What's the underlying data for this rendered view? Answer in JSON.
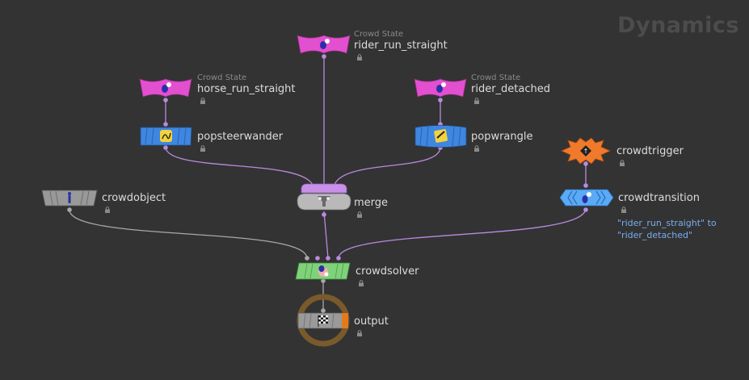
{
  "context": {
    "title": "Dynamics"
  },
  "nodes": {
    "rider_run_straight": {
      "type_label": "Crowd State",
      "name": "rider_run_straight",
      "color": "#e24fcf"
    },
    "horse_run_straight": {
      "type_label": "Crowd State",
      "name": "horse_run_straight",
      "color": "#e24fcf"
    },
    "rider_detached": {
      "type_label": "Crowd State",
      "name": "rider_detached",
      "color": "#e24fcf"
    },
    "popsteerwander": {
      "name": "popsteerwander",
      "color": "#3f86e0"
    },
    "popwrangle": {
      "name": "popwrangle",
      "color": "#3f86e0"
    },
    "crowdtrigger": {
      "name": "crowdtrigger",
      "color": "#f07a2b"
    },
    "crowdtransition": {
      "name": "crowdtransition",
      "color": "#5aaaf5",
      "comment_line1": "\"rider_run_straight\" to",
      "comment_line2": "\"rider_detached\""
    },
    "crowdobject": {
      "name": "crowdobject",
      "color": "#999999"
    },
    "merge": {
      "name": "merge",
      "color": "#b9b9b9"
    },
    "crowdsolver": {
      "name": "crowdsolver",
      "color": "#7fd27a"
    },
    "output": {
      "name": "output",
      "color": "#9a9a9a"
    }
  },
  "colors": {
    "wire_purple": "#b98be0",
    "wire_grey": "#a8a8a8",
    "background": "#333333"
  }
}
